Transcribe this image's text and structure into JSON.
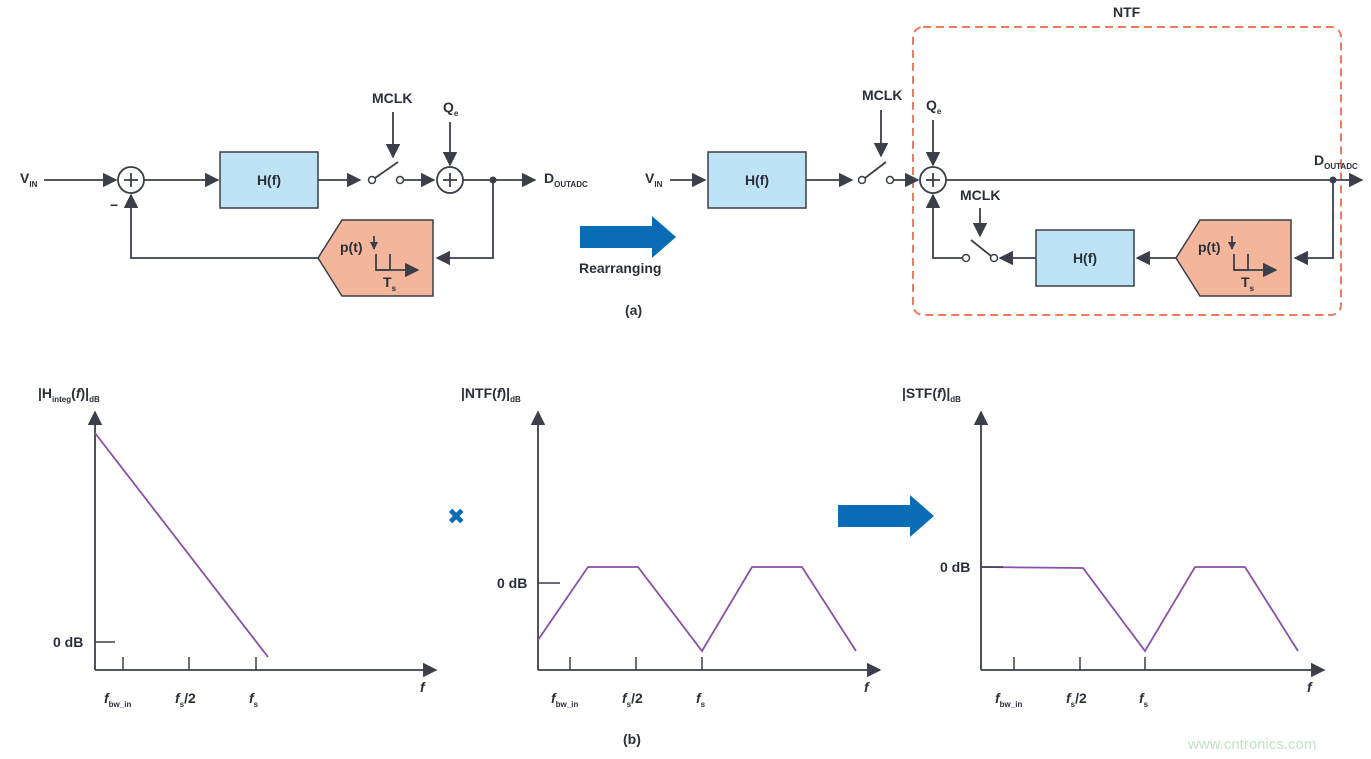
{
  "top": {
    "left": {
      "vin": "V",
      "vin_sub": "IN",
      "minus": "−",
      "hf": "H(f)",
      "mclk": "MCLK",
      "qe": "Q",
      "qe_sub": "e",
      "dout": "D",
      "dout_sub": "OUTADC",
      "pt": "p(t)",
      "ts": "T",
      "ts_sub": "s"
    },
    "arrow_label": "Rearranging",
    "caption_a": "(a)",
    "right": {
      "ntf": "NTF",
      "vin": "V",
      "vin_sub": "IN",
      "hf": "H(f)",
      "mclk": "MCLK",
      "qe": "Q",
      "qe_sub": "e",
      "dout": "D",
      "dout_sub": "OUTADC",
      "mclk2": "MCLK",
      "hf2": "H(f)",
      "pt": "p(t)",
      "ts": "T",
      "ts_sub": "s"
    }
  },
  "plots": {
    "p1": {
      "ylabel_a": "|H",
      "ylabel_sub": "integ",
      "ylabel_b": "(",
      "ylabel_f": "f",
      "ylabel_c": ")|",
      "ylabel_db": "dB",
      "zero": "0 dB"
    },
    "multiply": "✖",
    "p2": {
      "ylabel_a": "|NTF(",
      "ylabel_f": "f",
      "ylabel_c": ")|",
      "ylabel_db": "dB",
      "zero": "0 dB"
    },
    "p3": {
      "ylabel_a": "|STF(",
      "ylabel_f": "f",
      "ylabel_c": ")|",
      "ylabel_db": "dB",
      "zero": "0 dB"
    },
    "ticks": {
      "fbw": "f",
      "fbw_sub": "bw_in",
      "fs2_f": "f",
      "fs2_sub": "s",
      "fs2_tail": "/2",
      "fs_f": "f",
      "fs_sub": "s",
      "faxis": "f"
    },
    "caption_b": "(b)"
  },
  "watermark": "www.cntronics.com",
  "colors": {
    "block_blue": "#bde3f4",
    "block_orange": "#f4b69a",
    "arrow_blue": "#0a6cb5",
    "ntf_border": "#f07b5c",
    "curve": "#8a4fa8"
  }
}
